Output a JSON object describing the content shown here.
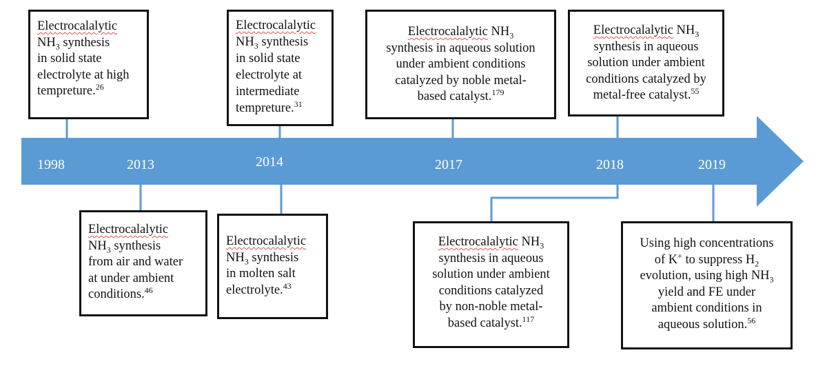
{
  "colors": {
    "arrow": "#5b9bd5",
    "box_border": "#111111",
    "year_text": "#ffffff",
    "spellcheck": "#d9534f"
  },
  "years": [
    "1998",
    "2013",
    "2014",
    "2017",
    "2018",
    "2019"
  ],
  "boxes": {
    "b1998": {
      "lines": [
        [
          "Electrocalalytic"
        ],
        [
          "NH",
          {
            "sub": "3"
          },
          " synthesis"
        ],
        [
          "in solid state"
        ],
        [
          "electrolyte at high"
        ],
        [
          "tempreture.",
          {
            "sup": "26"
          }
        ]
      ]
    },
    "b2014_top": {
      "lines": [
        [
          "Electrocalalytic"
        ],
        [
          "NH",
          {
            "sub": "3"
          },
          " synthesis"
        ],
        [
          "in solid state"
        ],
        [
          "electrolyte at"
        ],
        [
          "intermediate"
        ],
        [
          "tempreture.",
          {
            "sup": "31"
          }
        ]
      ]
    },
    "b2017": {
      "lines": [
        [
          "Electrocalalytic",
          " NH",
          {
            "sub": "3"
          }
        ],
        [
          "synthesis in aqueous solution"
        ],
        [
          "under ambient conditions"
        ],
        [
          "catalyzed by noble metal-"
        ],
        [
          "based catalyst.",
          {
            "sup": "179"
          }
        ]
      ]
    },
    "b2018_top": {
      "lines": [
        [
          "Electrocalalytic",
          " NH",
          {
            "sub": "3"
          }
        ],
        [
          "synthesis in aqueous"
        ],
        [
          "solution under ambient"
        ],
        [
          "conditions catalyzed by"
        ],
        [
          "metal-free catalyst.",
          {
            "sup": "55"
          }
        ]
      ]
    },
    "b2013": {
      "lines": [
        [
          "Electrocalalytic"
        ],
        [
          "NH",
          {
            "sub": "3"
          },
          " synthesis"
        ],
        [
          "from air and water"
        ],
        [
          "at under ambient"
        ],
        [
          "conditions.",
          {
            "sup": "46"
          }
        ]
      ]
    },
    "b2014_bottom": {
      "lines": [
        [
          "Electrocalalytic"
        ],
        [
          "NH",
          {
            "sub": "3"
          },
          " synthesis"
        ],
        [
          "in molten salt"
        ],
        [
          "electrolyte.",
          {
            "sup": "43"
          }
        ]
      ]
    },
    "b2018_bottom": {
      "lines": [
        [
          "Electrocalalytic",
          " NH",
          {
            "sub": "3"
          }
        ],
        [
          "synthesis in aqueous"
        ],
        [
          "solution under ambient"
        ],
        [
          "conditions catalyzed"
        ],
        [
          "by non-noble metal-"
        ],
        [
          "based catalyst.",
          {
            "sup": "117"
          }
        ]
      ]
    },
    "b2019": {
      "lines": [
        [
          "Using high concentrations"
        ],
        [
          "of K",
          {
            "sup": "+"
          },
          " to suppress H",
          {
            "sub": "2"
          }
        ],
        [
          "evolution, using high NH",
          {
            "sub": "3"
          }
        ],
        [
          "yield and FE under"
        ],
        [
          "ambient conditions in"
        ],
        [
          "aqueous solution.",
          {
            "sup": "56"
          }
        ]
      ]
    }
  }
}
